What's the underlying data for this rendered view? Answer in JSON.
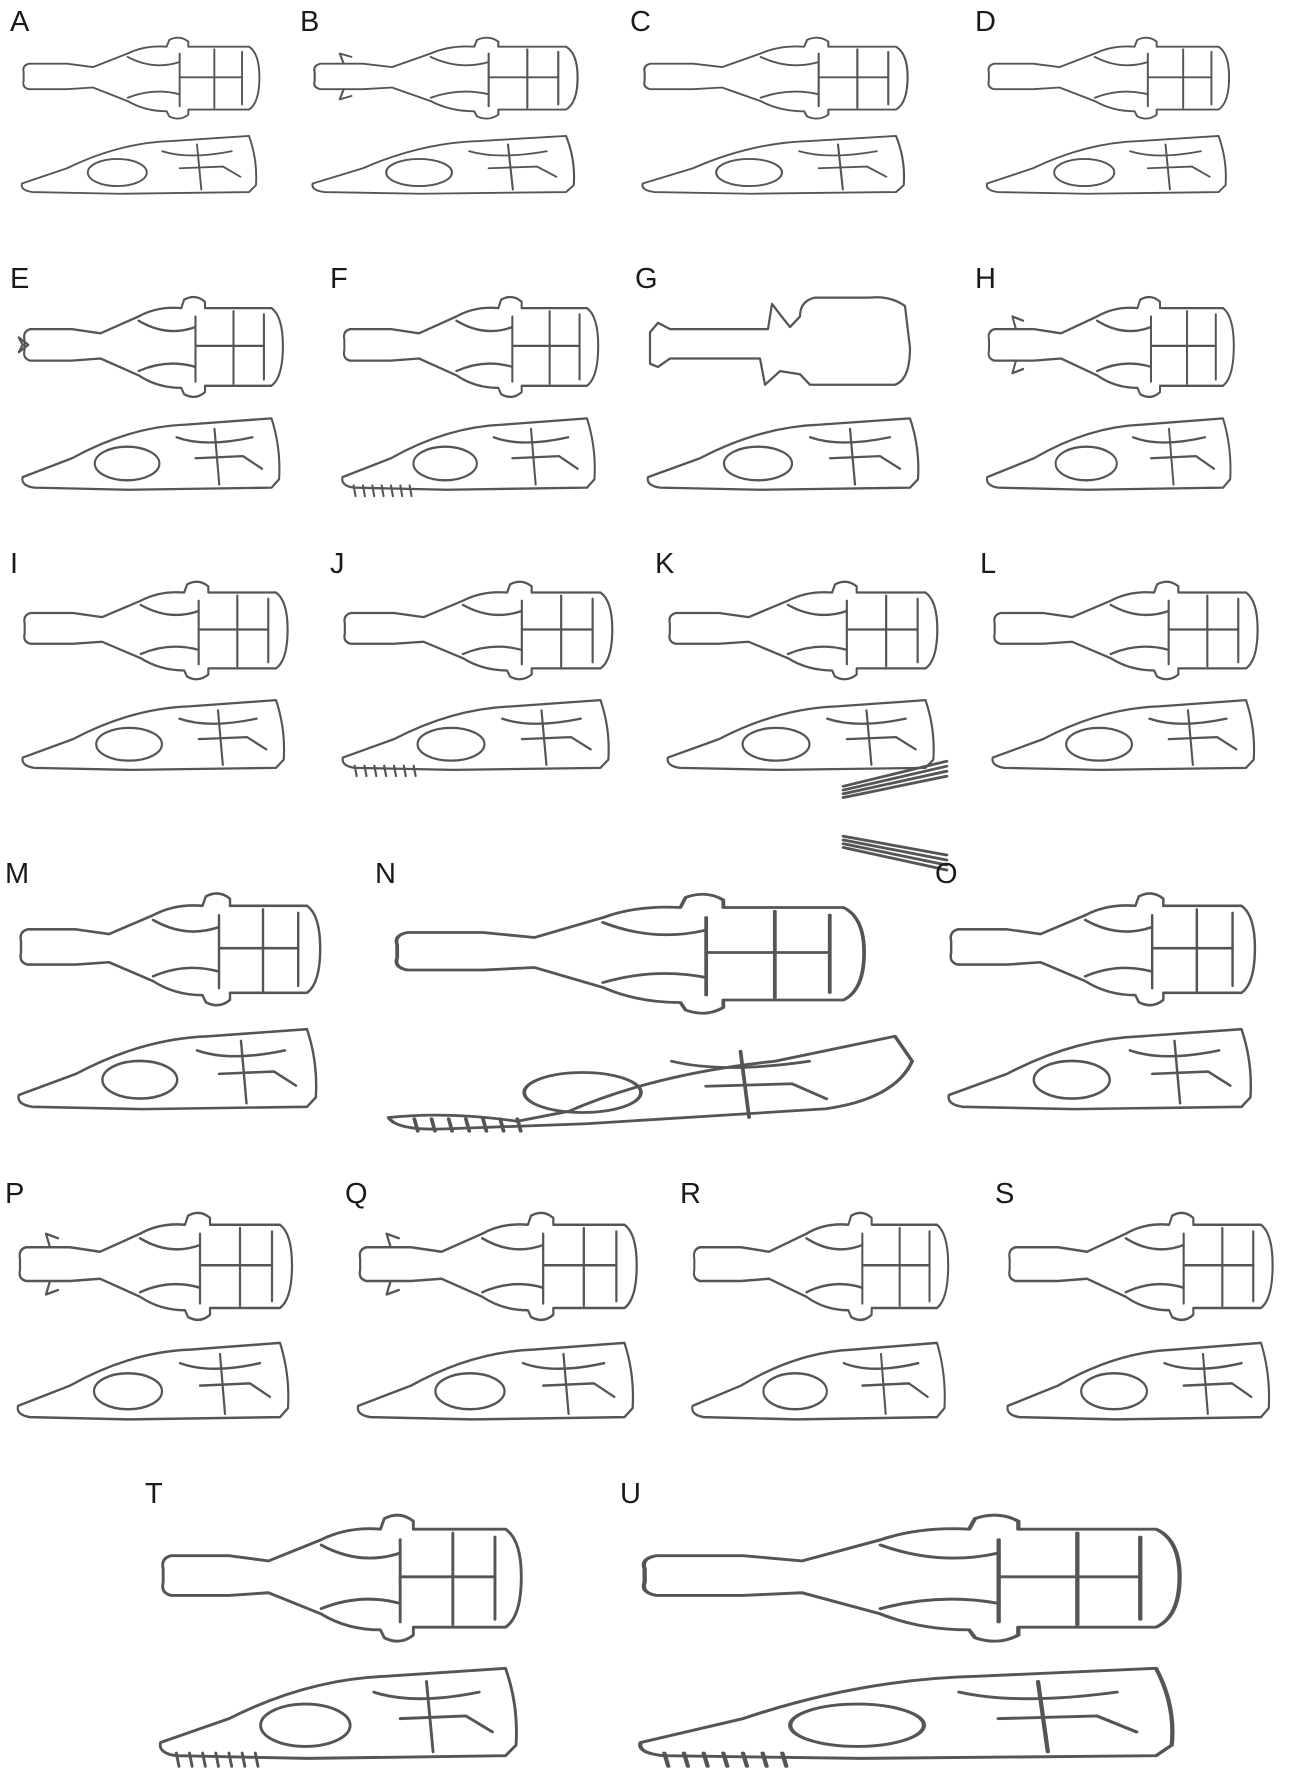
{
  "figure": {
    "panels": [
      {
        "label": "A"
      },
      {
        "label": "B"
      },
      {
        "label": "C"
      },
      {
        "label": "D"
      },
      {
        "label": "E"
      },
      {
        "label": "F"
      },
      {
        "label": "G"
      },
      {
        "label": "H"
      },
      {
        "label": "I"
      },
      {
        "label": "J"
      },
      {
        "label": "K"
      },
      {
        "label": "L"
      },
      {
        "label": "M"
      },
      {
        "label": "N"
      },
      {
        "label": "O"
      },
      {
        "label": "P"
      },
      {
        "label": "Q"
      },
      {
        "label": "R"
      },
      {
        "label": "S"
      },
      {
        "label": "T"
      },
      {
        "label": "U"
      }
    ]
  }
}
